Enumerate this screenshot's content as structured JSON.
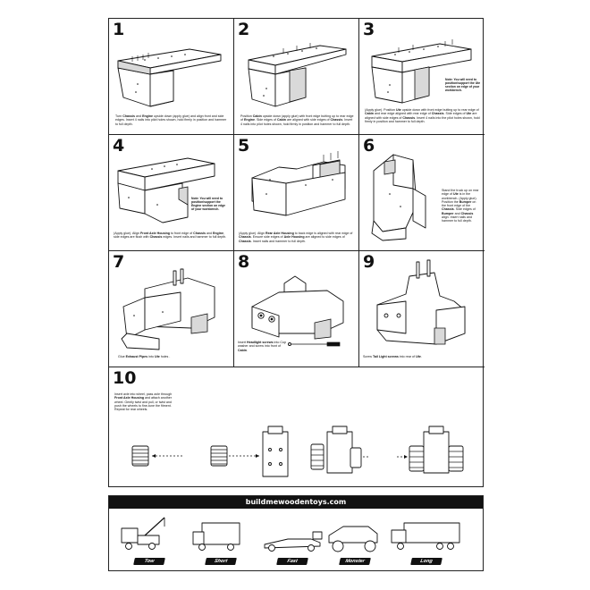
{
  "steps": [
    {
      "num": "1",
      "parts": [
        [
          "n",
          "Turn "
        ],
        [
          "b",
          "Chassis"
        ],
        [
          "n",
          " and "
        ],
        [
          "b",
          "Engine"
        ],
        [
          "n",
          " upside down (apply glue) and align front and side edges. Insert 4 nails into pilot holes shown, hold firmly in position and hammer to full depth."
        ]
      ]
    },
    {
      "num": "2",
      "parts": [
        [
          "n",
          "Position "
        ],
        [
          "b",
          "Cabin"
        ],
        [
          "n",
          " upside down (apply glue) with front edge butting up to rear edge of "
        ],
        [
          "b",
          "Engine"
        ],
        [
          "n",
          ". Side edges of "
        ],
        [
          "b",
          "Cabin"
        ],
        [
          "n",
          " are aligned with side edges of "
        ],
        [
          "b",
          "Chassis"
        ],
        [
          "n",
          ". Insert 4 nails into pilot holes shown, hold firmly in position and hammer to full depth."
        ]
      ]
    },
    {
      "num": "3",
      "parts": [
        [
          "n",
          "(Apply glue). Position "
        ],
        [
          "b",
          "Ute"
        ],
        [
          "n",
          " upside down with front edge butting up to rear edge of "
        ],
        [
          "b",
          "Cabin"
        ],
        [
          "n",
          " and rear edge aligned with rear edge of "
        ],
        [
          "b",
          "Chassis"
        ],
        [
          "n",
          ". Side edges of "
        ],
        [
          "b",
          "Ute"
        ],
        [
          "n",
          " are aligned with side edges of "
        ],
        [
          "b",
          "Chassis"
        ],
        [
          "n",
          ". Insert 4 nails into the pilot holes shown, hold firmly in position and hammer to full depth."
        ]
      ],
      "note": "Note: You will need to position/support the Ute section on edge of your workbench."
    },
    {
      "num": "4",
      "parts": [
        [
          "n",
          "(Apply glue). Align "
        ],
        [
          "b",
          "Front Axle Housing"
        ],
        [
          "n",
          " to front edge of "
        ],
        [
          "b",
          "Chassis"
        ],
        [
          "n",
          " and "
        ],
        [
          "b",
          "Engine"
        ],
        [
          "n",
          ", side edges are flush with "
        ],
        [
          "b",
          "Chassis"
        ],
        [
          "n",
          " edges. Insert nails and hammer to full depth."
        ]
      ],
      "note": "Note: You will need to position/support the Engine section on edge of your workbench."
    },
    {
      "num": "5",
      "parts": [
        [
          "n",
          "(Apply glue). Align "
        ],
        [
          "b",
          "Rear Axle Housing"
        ],
        [
          "n",
          " to back edge is aligned with rear edge of "
        ],
        [
          "b",
          "Chassis"
        ],
        [
          "n",
          ". Ensure side edges of "
        ],
        [
          "b",
          "Axle Housing"
        ],
        [
          "n",
          " are aligned to side edges of "
        ],
        [
          "b",
          "Chassis"
        ],
        [
          "n",
          ". Insert nails and hammer to full depth."
        ]
      ]
    },
    {
      "num": "6",
      "parts": [
        [
          "n",
          "Stand the truck up on rear edge of "
        ],
        [
          "b",
          "Ute"
        ],
        [
          "n",
          " is in the workbench. (Apply glue). Position the "
        ],
        [
          "b",
          "Bumper"
        ],
        [
          "n",
          " on the front edge of the "
        ],
        [
          "b",
          "Chassis"
        ],
        [
          "n",
          ". Side edges of "
        ],
        [
          "b",
          "Bumper"
        ],
        [
          "n",
          " and "
        ],
        [
          "b",
          "Chassis"
        ],
        [
          "n",
          " align. Insert nails and hammer to full depth."
        ]
      ]
    },
    {
      "num": "7",
      "parts": [
        [
          "n",
          "Glue "
        ],
        [
          "b",
          "Exhaust Pipes"
        ],
        [
          "n",
          " into "
        ],
        [
          "b",
          "Ute"
        ],
        [
          "n",
          " holes ."
        ]
      ]
    },
    {
      "num": "8",
      "parts": [
        [
          "n",
          "Insert "
        ],
        [
          "b",
          "Headlight screws"
        ],
        [
          "n",
          " into Cup washer and screw into front of "
        ],
        [
          "b",
          "Cabin"
        ],
        [
          "n",
          "."
        ]
      ]
    },
    {
      "num": "9",
      "parts": [
        [
          "n",
          "Screw "
        ],
        [
          "b",
          "Tail Light screws"
        ],
        [
          "n",
          " into rear of "
        ],
        [
          "b",
          "Ute"
        ],
        [
          "n",
          "."
        ]
      ]
    },
    {
      "num": "10",
      "parts": [
        [
          "n",
          "Insert axle into wheel, pass axle through "
        ],
        [
          "b",
          "Front Axle Housing"
        ],
        [
          "n",
          " and attach another wheel. Gently twist and pull, or twist and push the wheels to fine-tune the fitment. Repeat for rear wheels."
        ]
      ]
    }
  ],
  "banner": {
    "url": "buildmewoodentoys.com"
  },
  "models": [
    "Tow",
    "Short",
    "Fast",
    "Monster",
    "Long"
  ]
}
